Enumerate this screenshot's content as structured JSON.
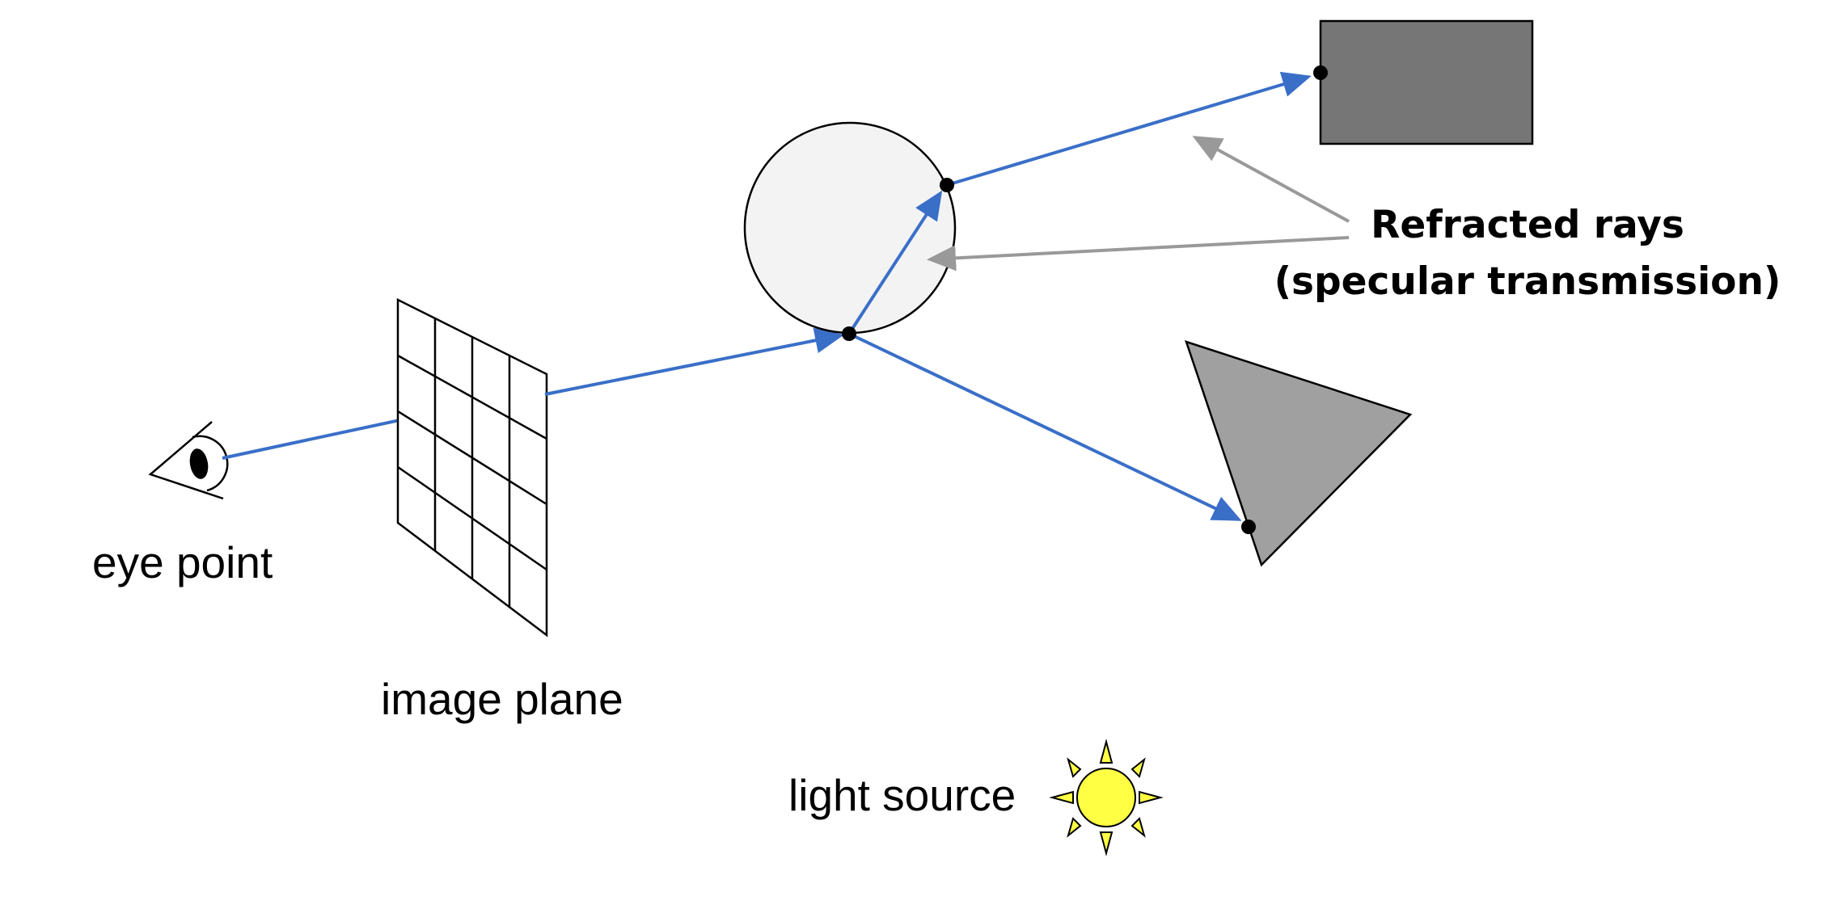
{
  "labels": {
    "eye_point": "eye point",
    "image_plane": "image plane",
    "light_source": "light source",
    "refracted_line1": "Refracted rays",
    "refracted_line2": "(specular transmission)"
  },
  "colors": {
    "ray": "#3a6fc8",
    "annotation_arrow": "#999999",
    "sphere_fill": "#f3f3f3",
    "rectangle_fill": "#767676",
    "triangle_fill": "#a0a0a0",
    "sun_fill": "#ffff44",
    "outline": "#000000"
  },
  "icons": {
    "eye": "eye-icon",
    "sun": "sun-icon"
  }
}
